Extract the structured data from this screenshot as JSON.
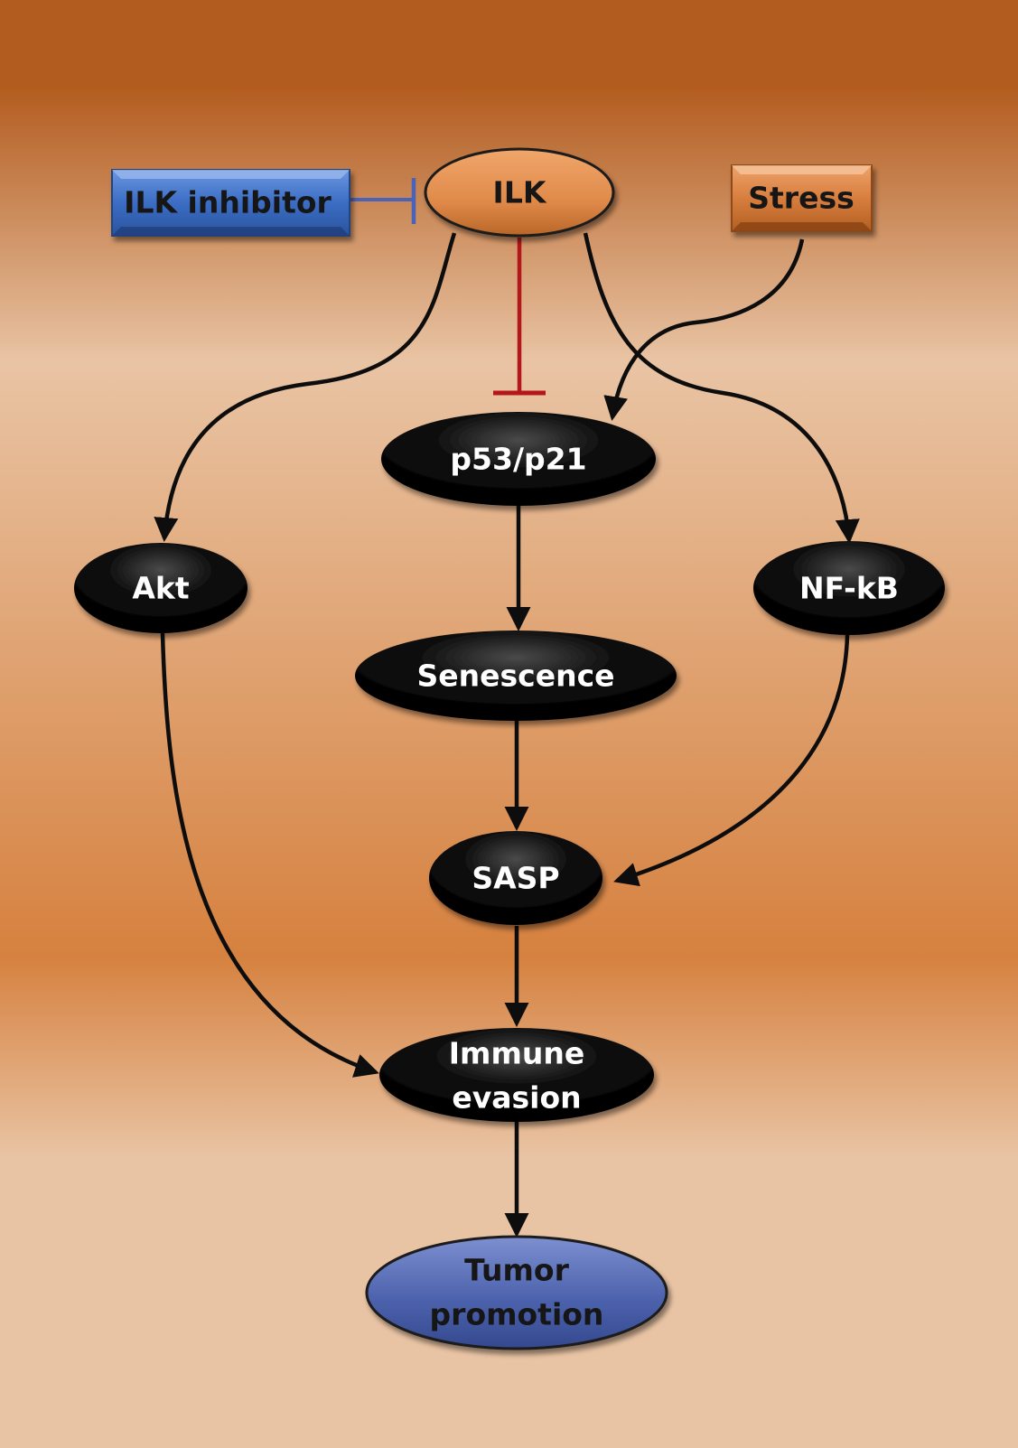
{
  "nodes": {
    "ilk_inhibitor": "ILK inhibitor",
    "ilk": "ILK",
    "stress": "Stress",
    "p53_p21": "p53/p21",
    "akt": "Akt",
    "nfkb": "NF-kB",
    "senescence": "Senescence",
    "sasp": "SASP",
    "immune_evasion_line1": "Immune",
    "immune_evasion_line2": "evasion",
    "tumor_promotion_line1": "Tumor",
    "tumor_promotion_line2": "promotion"
  },
  "colors": {
    "background_dark": "#b35c1f",
    "background_light": "#e9c4a4",
    "ilk_node": "#e08a4a",
    "stress_node": "#d77e3e",
    "inhibitor_node": "#3b6dc4",
    "tumor_node": "#4d63ad",
    "black_node": "#0a0a0a",
    "activation_edge": "#0d0d0d",
    "inhibitor_edge": "#4a62b8",
    "ilk_p53_inhibition_edge": "#b3161b"
  },
  "edges": [
    {
      "from": "ILK inhibitor",
      "to": "ILK",
      "type": "inhibition"
    },
    {
      "from": "ILK",
      "to": "p53/p21",
      "type": "inhibition"
    },
    {
      "from": "ILK",
      "to": "Akt",
      "type": "activation"
    },
    {
      "from": "ILK",
      "to": "NF-kB",
      "type": "activation"
    },
    {
      "from": "Stress",
      "to": "p53/p21",
      "type": "activation"
    },
    {
      "from": "p53/p21",
      "to": "Senescence",
      "type": "activation"
    },
    {
      "from": "Senescence",
      "to": "SASP",
      "type": "activation"
    },
    {
      "from": "NF-kB",
      "to": "SASP",
      "type": "activation"
    },
    {
      "from": "SASP",
      "to": "Immune evasion",
      "type": "activation"
    },
    {
      "from": "Akt",
      "to": "Immune evasion",
      "type": "activation"
    },
    {
      "from": "Immune evasion",
      "to": "Tumor promotion",
      "type": "activation"
    }
  ]
}
